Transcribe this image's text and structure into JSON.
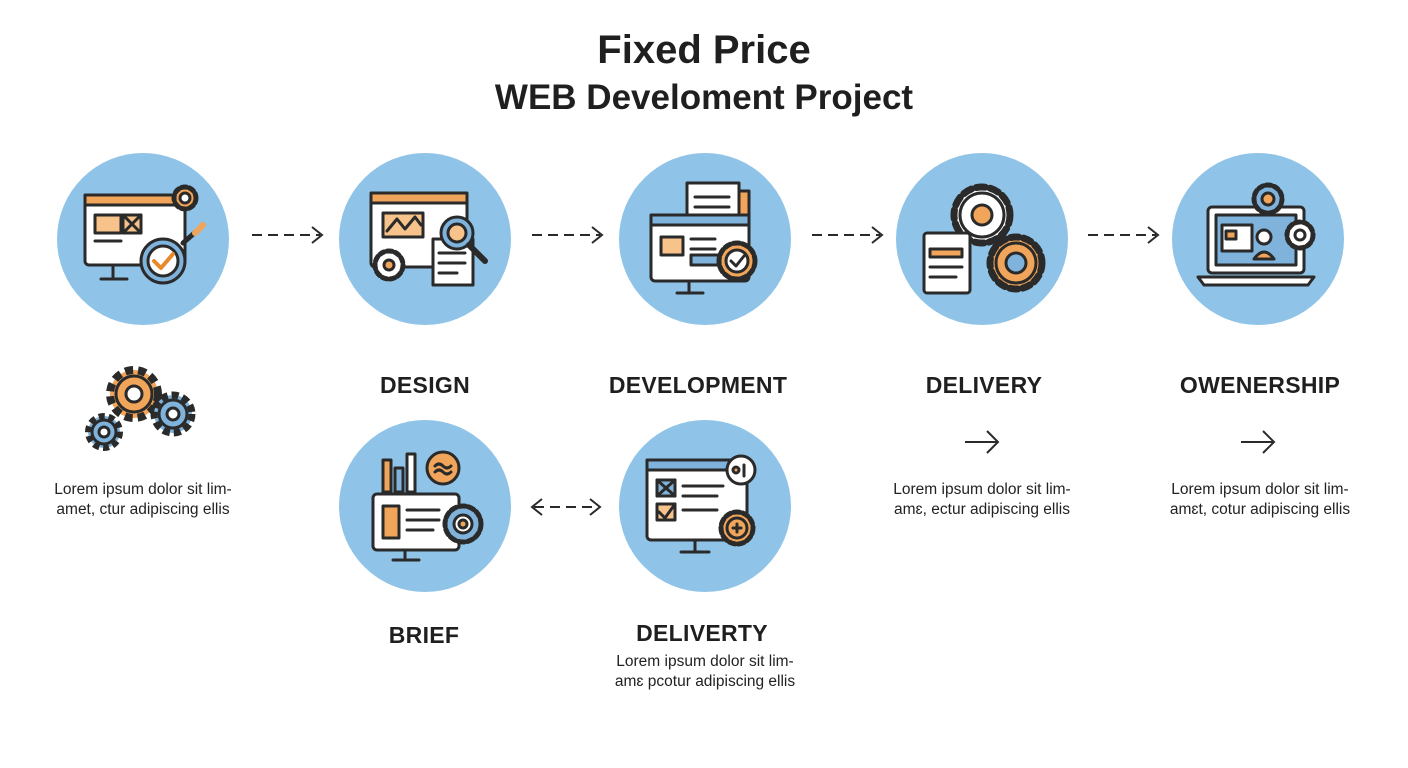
{
  "header": {
    "title": "Fixed Price",
    "subtitle": "WEB Develoment Project"
  },
  "colors": {
    "circle": "#8fc4e8",
    "accent_orange": "#f0a55a",
    "accent_blue": "#7fb3dc",
    "stroke": "#2a2a2a"
  },
  "steps": {
    "design": {
      "label": "DESIGN"
    },
    "development": {
      "label": "DEVELOPMENT"
    },
    "delivery": {
      "label": "DELIVERY",
      "desc_line1": "Lorem ipsum dolor sit lim-",
      "desc_line2": "amɛ, ectur adipiscing ellis"
    },
    "ownership": {
      "label": "OWENERSHIP",
      "desc_line1": "Lorem ipsum dolor sit lim-",
      "desc_line2": "amɛt, cotur adipiscing ellis"
    },
    "first": {
      "desc_line1": "Lorem ipsum dolor sit lim-",
      "desc_line2": "amet, ctur adipiscing ellis"
    },
    "brief": {
      "label": "BRIEF"
    },
    "deliverty": {
      "label": "DELIVERTY",
      "desc_line1": "Lorem ipsum dolor sit lim-",
      "desc_line2": "amɛ pcotur adipiscing ellis"
    }
  },
  "icons": {
    "step1": "monitor-check-gear-icon",
    "step2": "design-magnifier-icon",
    "step3": "development-docs-icon",
    "step4": "delivery-gears-icon",
    "step5": "ownership-laptop-icon",
    "standalone": "gears-icon",
    "brief": "brief-charts-icon",
    "deliverty": "deliverty-monitor-icon",
    "arrows": "arrow-right-icon"
  }
}
